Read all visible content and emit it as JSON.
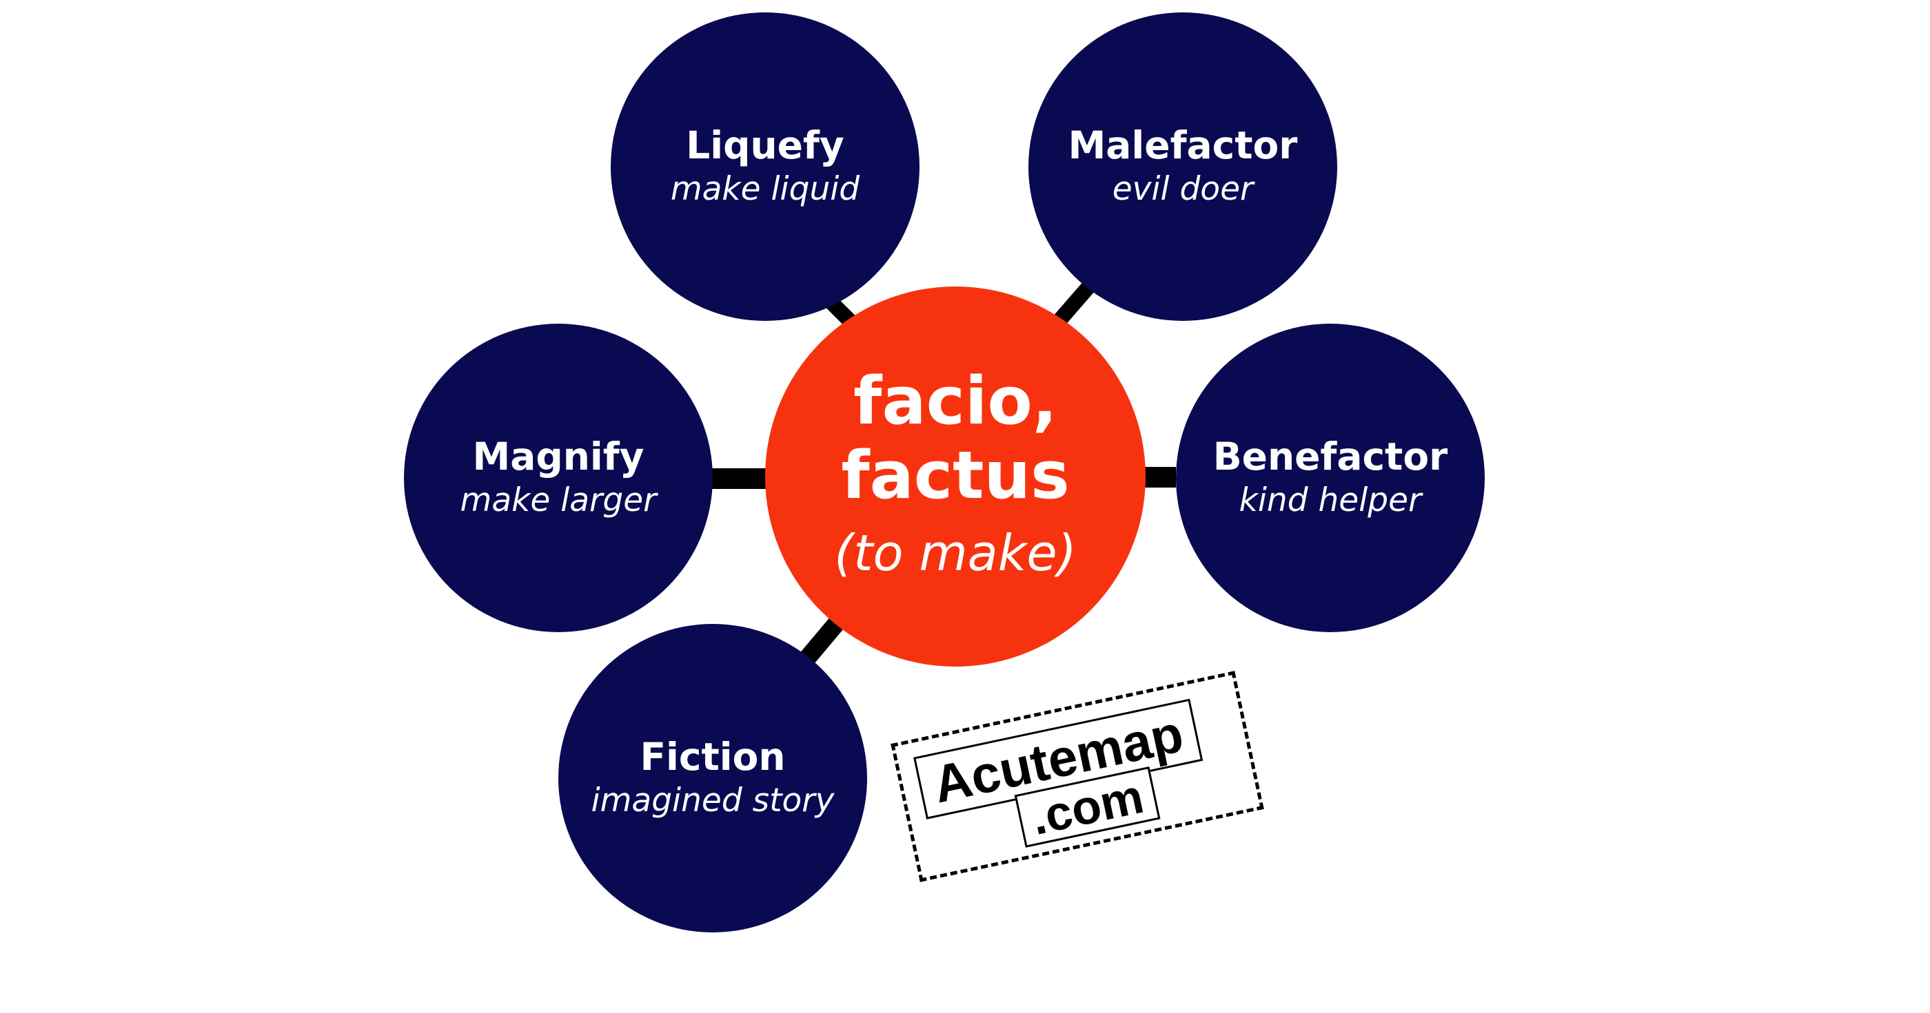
{
  "center": {
    "line1": "facio,",
    "line2": "factus",
    "meaning": "(to make)",
    "color": "#f7330f"
  },
  "satellite_color": "#0a0a52",
  "connector_color": "#000000",
  "nodes": [
    {
      "id": "liquefy",
      "word": "Liquefy",
      "meaning": "make liquid"
    },
    {
      "id": "malefactor",
      "word": "Malefactor",
      "meaning": "evil doer"
    },
    {
      "id": "magnify",
      "word": "Magnify",
      "meaning": "make larger"
    },
    {
      "id": "benefactor",
      "word": "Benefactor",
      "meaning": "kind helper"
    },
    {
      "id": "fiction",
      "word": "Fiction",
      "meaning": "imagined story"
    }
  ],
  "watermark": {
    "line1": "Acutemap",
    "line2": ".com"
  }
}
